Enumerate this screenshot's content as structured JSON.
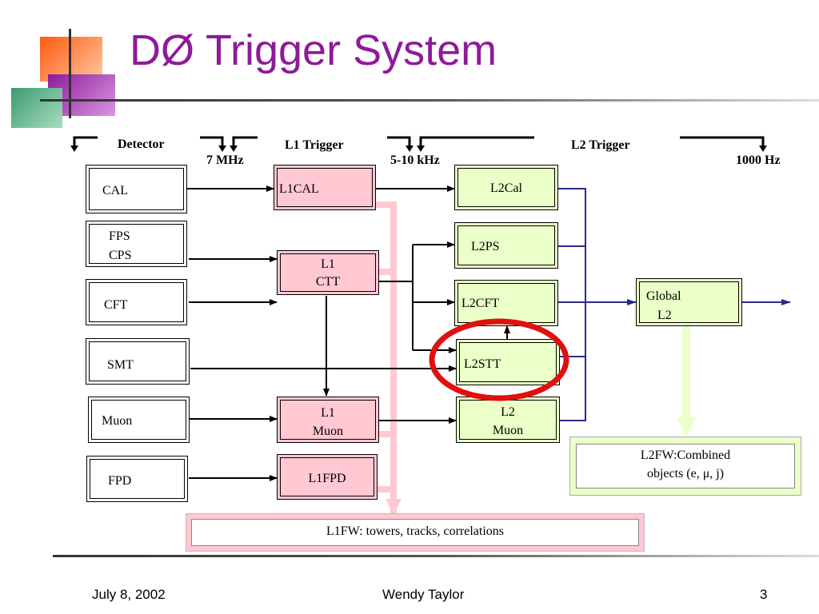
{
  "title": "DØ Trigger System",
  "headers": {
    "detector": "Detector",
    "l1_trigger": "L1 Trigger",
    "l2_trigger": "L2 Trigger",
    "rate_7mhz": "7 MHz",
    "rate_5_10khz": "5-10 kHz",
    "rate_1000hz": "1000 Hz"
  },
  "detectors": {
    "cal": "CAL",
    "fps": "FPS",
    "cps": "CPS",
    "cft": "CFT",
    "smt": "SMT",
    "muon": "Muon",
    "fpd": "FPD"
  },
  "l1": {
    "l1cal": "L1CAL",
    "l1ctt_line1": "L1",
    "l1ctt_line2": "CTT",
    "l1muon_line1": "L1",
    "l1muon_line2": "Muon",
    "l1fpd": "L1FPD",
    "l1fw": "L1FW: towers, tracks, correlations"
  },
  "l2": {
    "l2cal": "L2Cal",
    "l2ps": "L2PS",
    "l2cft": "L2CFT",
    "l2stt": "L2STT",
    "l2muon_line1": "L2",
    "l2muon_line2": "Muon",
    "global_line1": "Global",
    "global_line2": "L2",
    "l2fw_line1": "L2FW:Combined",
    "l2fw_line2": "objects  (e, μ, j)"
  },
  "footer": {
    "date": "July 8, 2002",
    "author": "Wendy Taylor",
    "page": "3"
  },
  "colors": {
    "title": "#8e1a9a",
    "pink": "#ffc8d2",
    "green": "#ebffc8",
    "navy": "#2a2a8c",
    "highlight_ring": "#e01010"
  }
}
